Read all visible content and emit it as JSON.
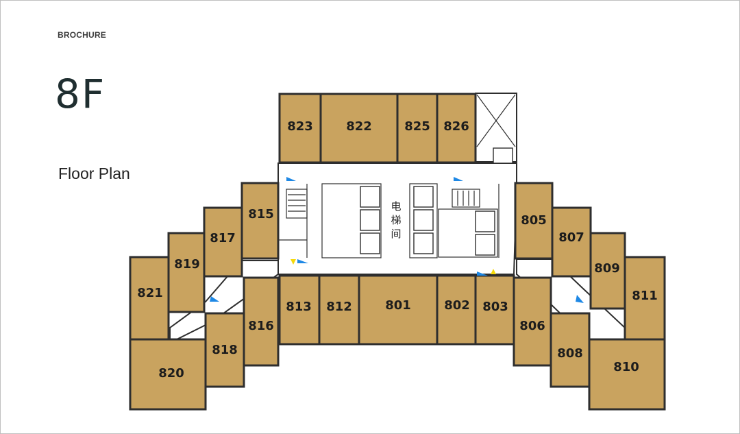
{
  "header": {
    "brand": "BROCHURE",
    "floor": "8F",
    "subtitle": "Floor Plan"
  },
  "core_label": [
    "电",
    "梯",
    "间"
  ],
  "rooms": [
    {
      "id": "r823",
      "label": "823"
    },
    {
      "id": "r822",
      "label": "822"
    },
    {
      "id": "r825",
      "label": "825"
    },
    {
      "id": "r826",
      "label": "826"
    },
    {
      "id": "r815",
      "label": "815"
    },
    {
      "id": "r817",
      "label": "817"
    },
    {
      "id": "r819",
      "label": "819"
    },
    {
      "id": "r821",
      "label": "821"
    },
    {
      "id": "r816",
      "label": "816"
    },
    {
      "id": "r818",
      "label": "818"
    },
    {
      "id": "r820",
      "label": "820"
    },
    {
      "id": "r813",
      "label": "813"
    },
    {
      "id": "r812",
      "label": "812"
    },
    {
      "id": "r801",
      "label": "801"
    },
    {
      "id": "r802",
      "label": "802"
    },
    {
      "id": "r803",
      "label": "803"
    },
    {
      "id": "r805",
      "label": "805"
    },
    {
      "id": "r807",
      "label": "807"
    },
    {
      "id": "r809",
      "label": "809"
    },
    {
      "id": "r811",
      "label": "811"
    },
    {
      "id": "r806",
      "label": "806"
    },
    {
      "id": "r808",
      "label": "808"
    },
    {
      "id": "r810",
      "label": "810"
    }
  ],
  "colors": {
    "room_fill": "#c9a35f",
    "wall": "#2e2e2e",
    "exit_marker": "#1e88e5",
    "warning_marker": "#f5d90a"
  }
}
